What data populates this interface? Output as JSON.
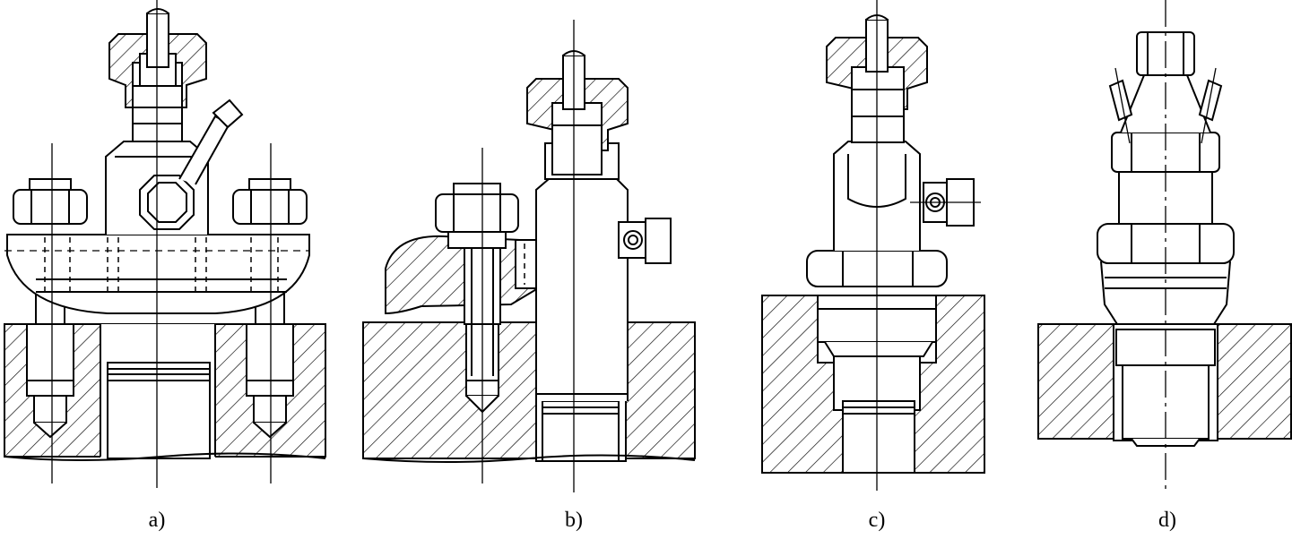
{
  "figure": {
    "captions": {
      "a": "a)",
      "b": "b)",
      "c": "c)",
      "d": "d)"
    },
    "colors": {
      "line": "#000000",
      "background": "#ffffff",
      "hatch": "#000000"
    },
    "icons": [
      "hex-nut-icon",
      "union-nut-icon",
      "stud-bolt-icon",
      "clamp-plate-icon",
      "hatched-section-icon"
    ]
  }
}
